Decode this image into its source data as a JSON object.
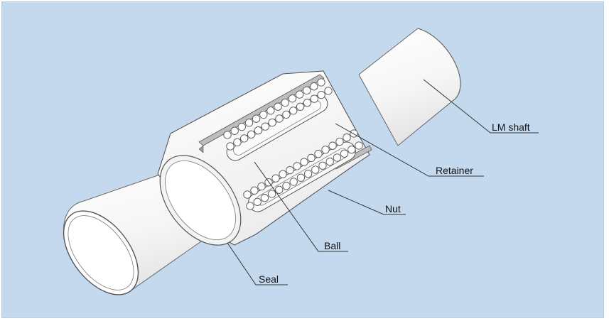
{
  "labels": {
    "lm_shaft": "LM shaft",
    "retainer": "Retainer",
    "nut": "Nut",
    "ball": "Ball",
    "seal": "Seal"
  },
  "colors": {
    "background": "#c5d9ee",
    "part_fill": "#ffffff",
    "outline": "#555555",
    "leader": "#333333"
  }
}
